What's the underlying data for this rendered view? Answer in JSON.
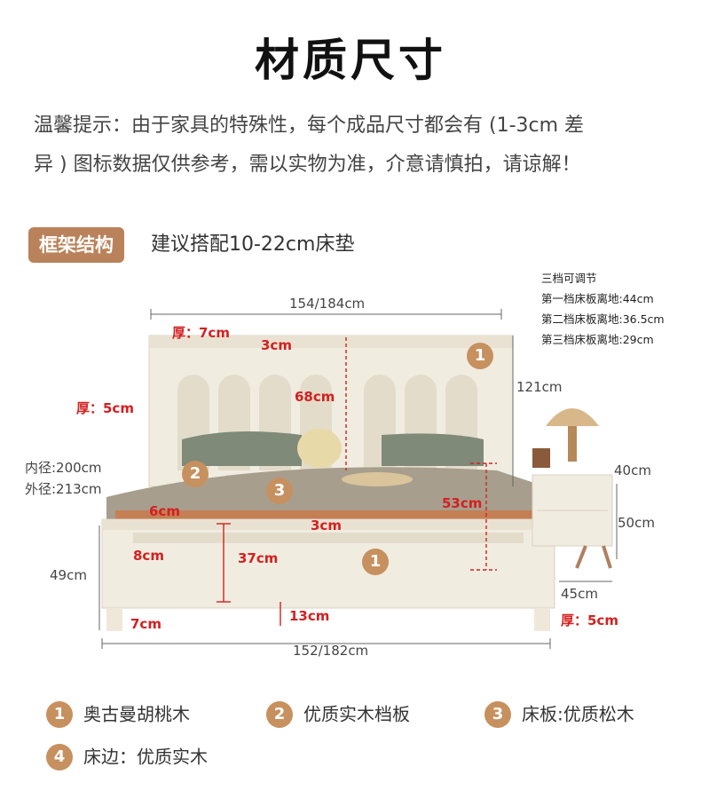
{
  "title": "材质尺寸",
  "notice": {
    "line1": "温馨提示：由于家具的特殊性，每个成品尺寸都会有 (1-3cm 差",
    "line2": "异 ) 图标数据仅供参考，需以实物为准，介意请慎拍，请谅解！"
  },
  "frame": {
    "badge": "框架结构",
    "tip": "建议搭配10-22cm床垫"
  },
  "adjust": {
    "title": "三档可调节",
    "level1": "第一档床板离地:44cm",
    "level2": "第二档床板离地:36.5cm",
    "level3": "第三档床板离地:29cm"
  },
  "dims": {
    "top_width": "154/184cm",
    "bottom_width": "152/182cm",
    "head_thick": "厚：7cm",
    "top_3cm": "3cm",
    "head_68": "68cm",
    "head_121": "121cm",
    "side_thick_5": "厚：5cm",
    "inner": "内径:200cm",
    "outer": "外径:213cm",
    "d_6cm": "6cm",
    "d_53cm": "53cm",
    "mid_3cm": "3cm",
    "d_8cm": "8cm",
    "d_37cm": "37cm",
    "d_49cm": "49cm",
    "d_13cm": "13cm",
    "d_7cm": "7cm",
    "ns_40cm": "40cm",
    "ns_50cm": "50cm",
    "ns_45cm": "45cm",
    "foot_thick": "厚：5cm"
  },
  "badges": {
    "b1": "1",
    "b2": "2",
    "b3": "3",
    "b4": "4"
  },
  "materials": [
    {
      "num": "1",
      "label": "奥古曼胡桃木"
    },
    {
      "num": "2",
      "label": "优质实木档板"
    },
    {
      "num": "3",
      "label": "床板:优质松木"
    },
    {
      "num": "4",
      "label": "床边：优质实木"
    }
  ],
  "colors": {
    "accent": "#b9825a",
    "badge": "#c7905f",
    "red": "#d42020",
    "bed": "#f1ece0"
  }
}
